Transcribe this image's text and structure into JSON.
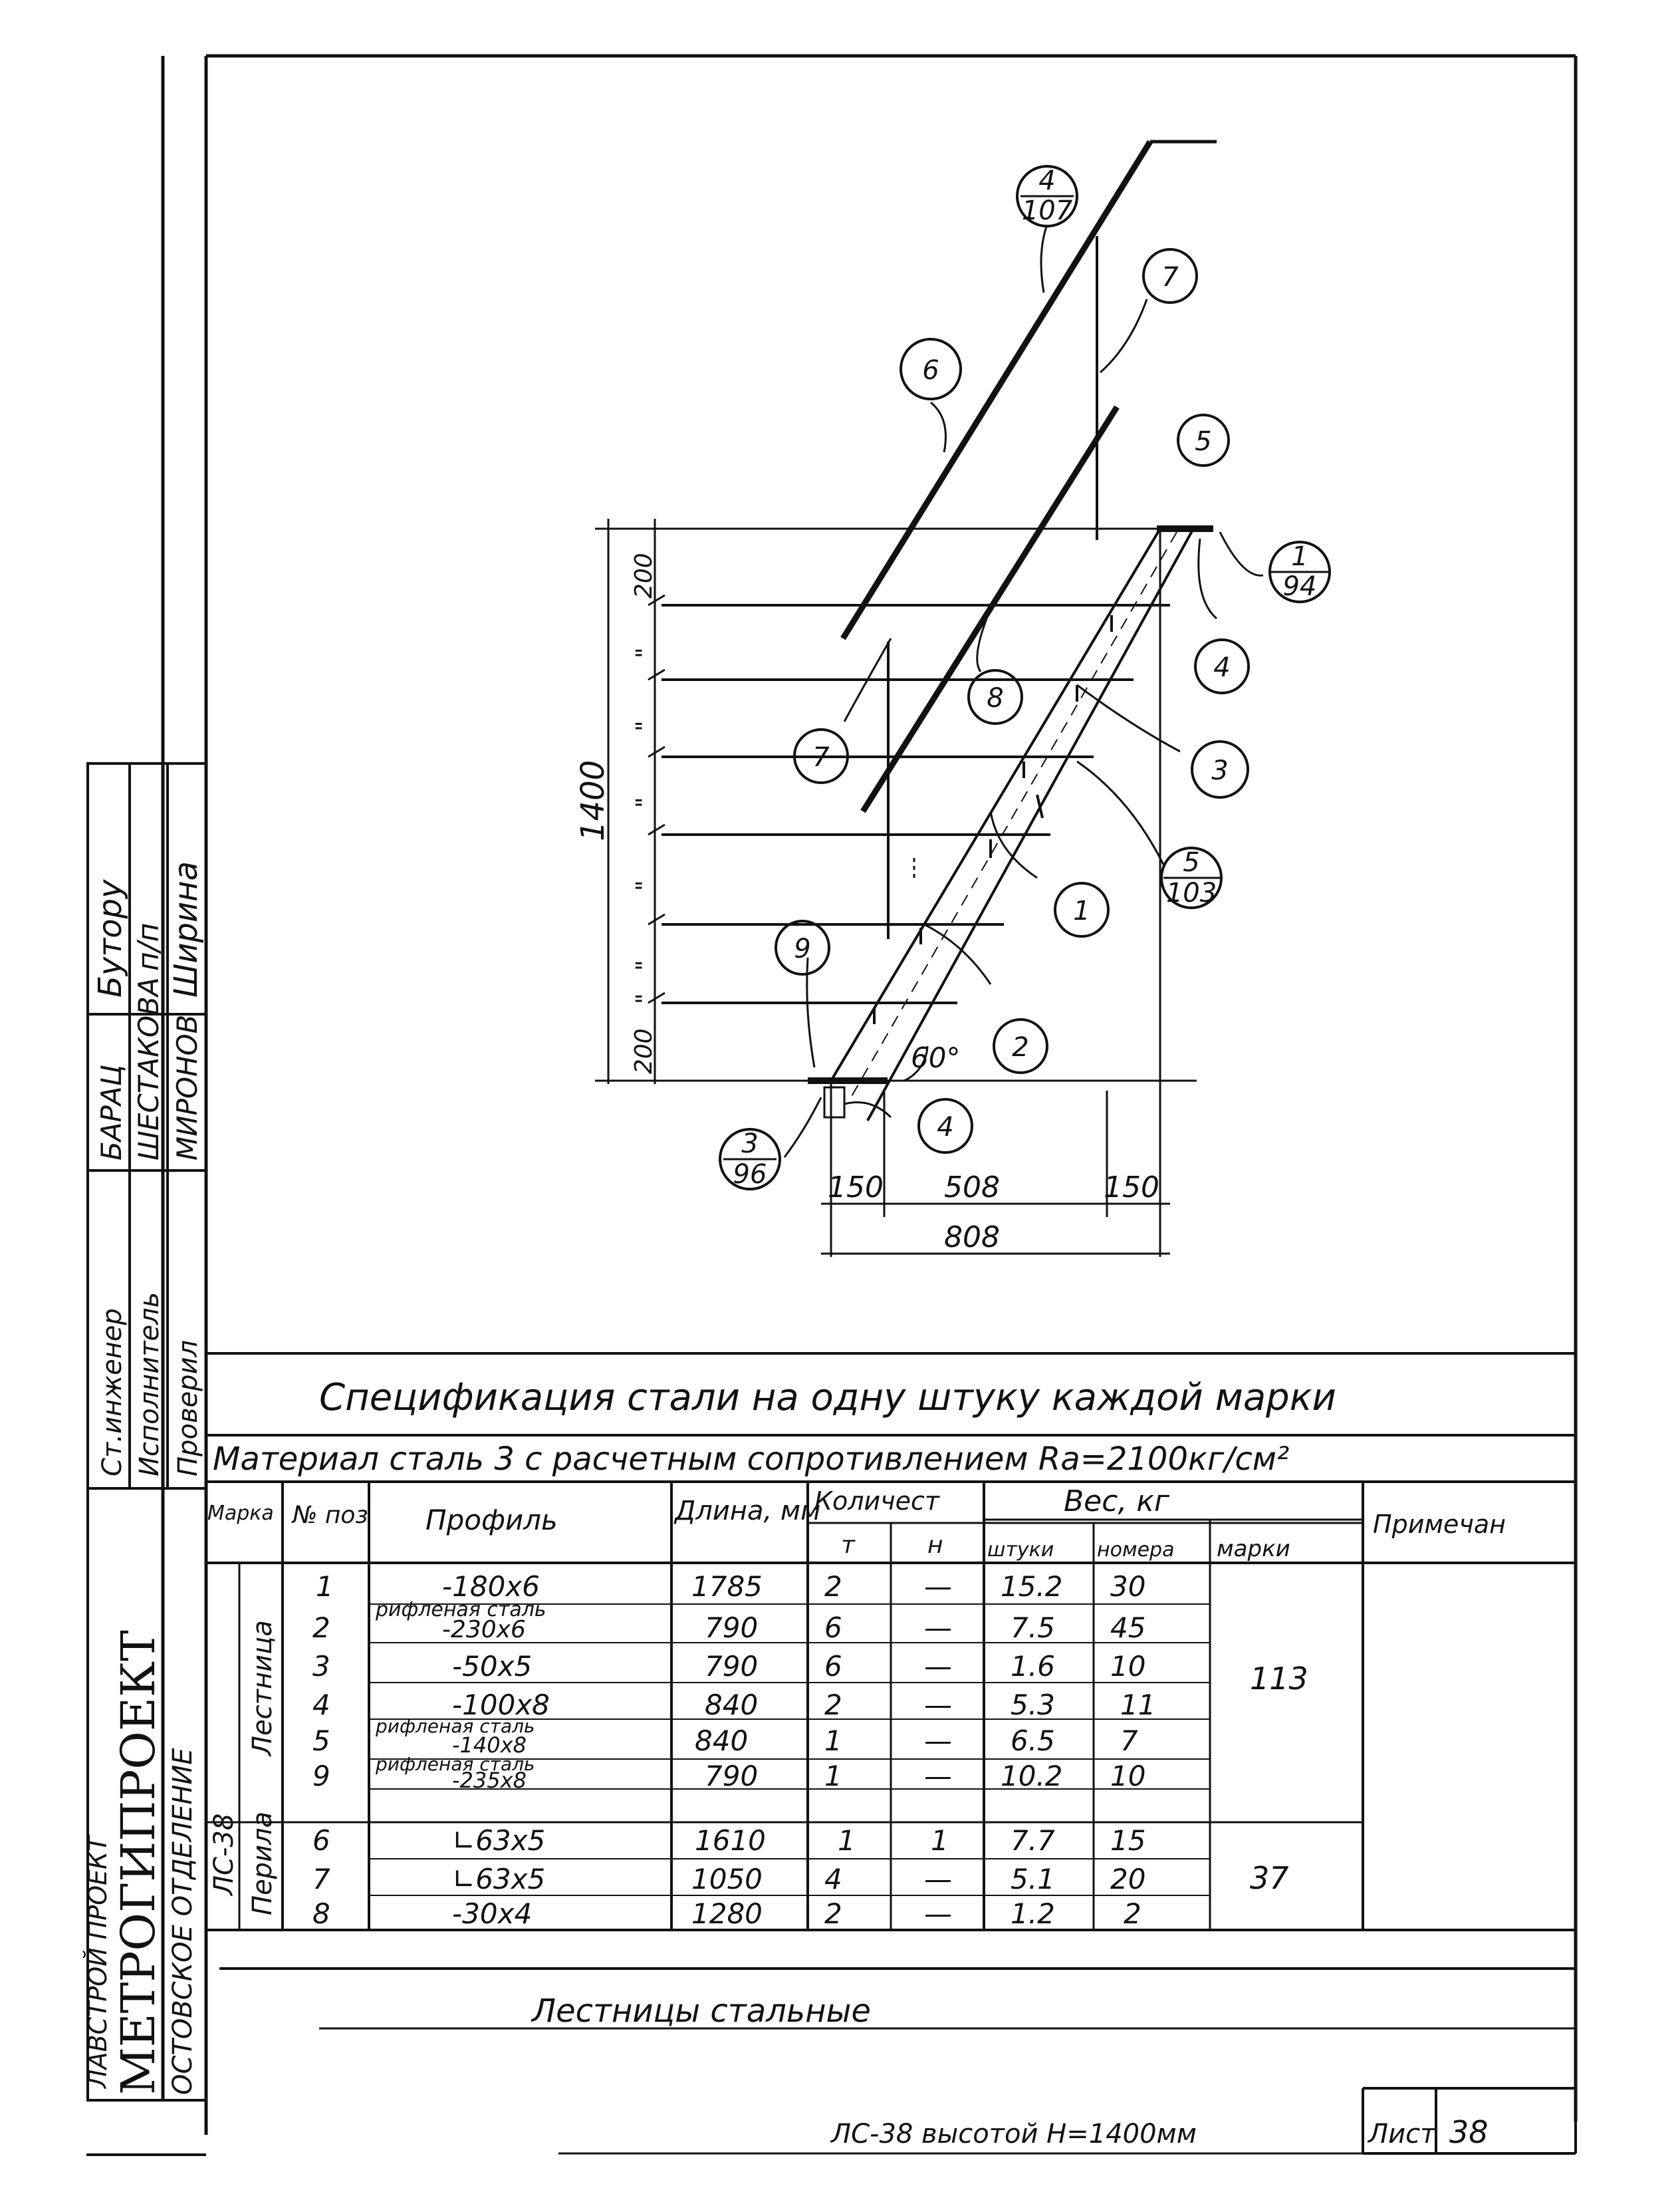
{
  "sidebar": {
    "org_line1": "ЛАВСТРОЙ ПРОЕКТ",
    "org_line2": "МЕТРОГИПРОЕКТ",
    "org_line3": "ОСТОВСКОЕ ОТДЕЛЕНИЕ",
    "roles": [
      "Ст.инженер",
      "Исполнитель",
      "Проверил"
    ],
    "names": [
      "БАРАЦ",
      "ШЕСТАКОВА",
      "МИРОНОВ"
    ],
    "signatures": [
      "Бутору",
      "п/п",
      "Ширина"
    ]
  },
  "drawing": {
    "callouts": {
      "c4_107": {
        "num": "4",
        "den": "107"
      },
      "c7_top": "7",
      "c6": "6",
      "c5_top": "5",
      "c1_94": {
        "num": "1",
        "den": "94"
      },
      "c4_right": "4",
      "c8": "8",
      "c7_left": "7",
      "c3_right": "3",
      "c5_103": {
        "num": "5",
        "den": "103"
      },
      "c1": "1",
      "c9": "9",
      "c2": "2",
      "c4_bottom": "4",
      "c3_96": {
        "num": "3",
        "den": "96"
      }
    },
    "dims": {
      "height_total": "1400",
      "step_top": "200",
      "step_bottom": "200",
      "step_marks": [
        "\"",
        "\"",
        "\"",
        "\"",
        "\"",
        "\""
      ],
      "angle": "60°",
      "w_left": "150",
      "w_mid": "508",
      "w_right": "150",
      "w_total": "808"
    }
  },
  "spec": {
    "title": "Спецификация стали на одну штуку каждой марки",
    "material": "Материал сталь 3 с расчетным сопротивлением Rа=2100кг/см²",
    "headers": {
      "marka": "Марка",
      "pos": "№ поз",
      "profile": "Профиль",
      "length": "Длина, мм",
      "qty": "Количест",
      "qty_t": "т",
      "qty_n": "н",
      "weight": "Вес, кг",
      "w_piece": "штуки",
      "w_number": "номера",
      "w_mark": "марки",
      "note": "Примечан"
    },
    "mark_code": "ЛС-38",
    "groups": [
      {
        "name": "Лестница",
        "mark_weight": "113"
      },
      {
        "name": "Перила",
        "mark_weight": "37"
      }
    ],
    "rows": [
      {
        "pos": "1",
        "profile_top": "",
        "profile": "-180x6",
        "length": "1785",
        "t": "2",
        "n": "—",
        "piece": "15.2",
        "number": "30"
      },
      {
        "pos": "2",
        "profile_top": "рифленая сталь",
        "profile": "-230x6",
        "length": "790",
        "t": "6",
        "n": "—",
        "piece": "7.5",
        "number": "45"
      },
      {
        "pos": "3",
        "profile_top": "",
        "profile": "-50x5",
        "length": "790",
        "t": "6",
        "n": "—",
        "piece": "1.6",
        "number": "10"
      },
      {
        "pos": "4",
        "profile_top": "",
        "profile": "-100x8",
        "length": "840",
        "t": "2",
        "n": "—",
        "piece": "5.3",
        "number": "11"
      },
      {
        "pos": "5",
        "profile_top": "рифленая сталь",
        "profile": "-140x8",
        "length": "840",
        "t": "1",
        "n": "—",
        "piece": "6.5",
        "number": "7"
      },
      {
        "pos": "9",
        "profile_top": "рифленая сталь",
        "profile": "-235x8",
        "length": "790",
        "t": "1",
        "n": "—",
        "piece": "10.2",
        "number": "10"
      },
      {
        "pos": "6",
        "profile_top": "",
        "profile": "∟63x5",
        "length": "1610",
        "t": "1",
        "n": "1",
        "piece": "7.7",
        "number": "15"
      },
      {
        "pos": "7",
        "profile_top": "",
        "profile": "∟63x5",
        "length": "1050",
        "t": "4",
        "n": "—",
        "piece": "5.1",
        "number": "20"
      },
      {
        "pos": "8",
        "profile_top": "",
        "profile": "-30x4",
        "length": "1280",
        "t": "2",
        "n": "—",
        "piece": "1.2",
        "number": "2"
      }
    ]
  },
  "title_block": {
    "title": "Лестницы стальные",
    "subtitle": "ЛС-38 высотой H=1400мм",
    "sheet_label": "Лист",
    "sheet_number": "38"
  }
}
